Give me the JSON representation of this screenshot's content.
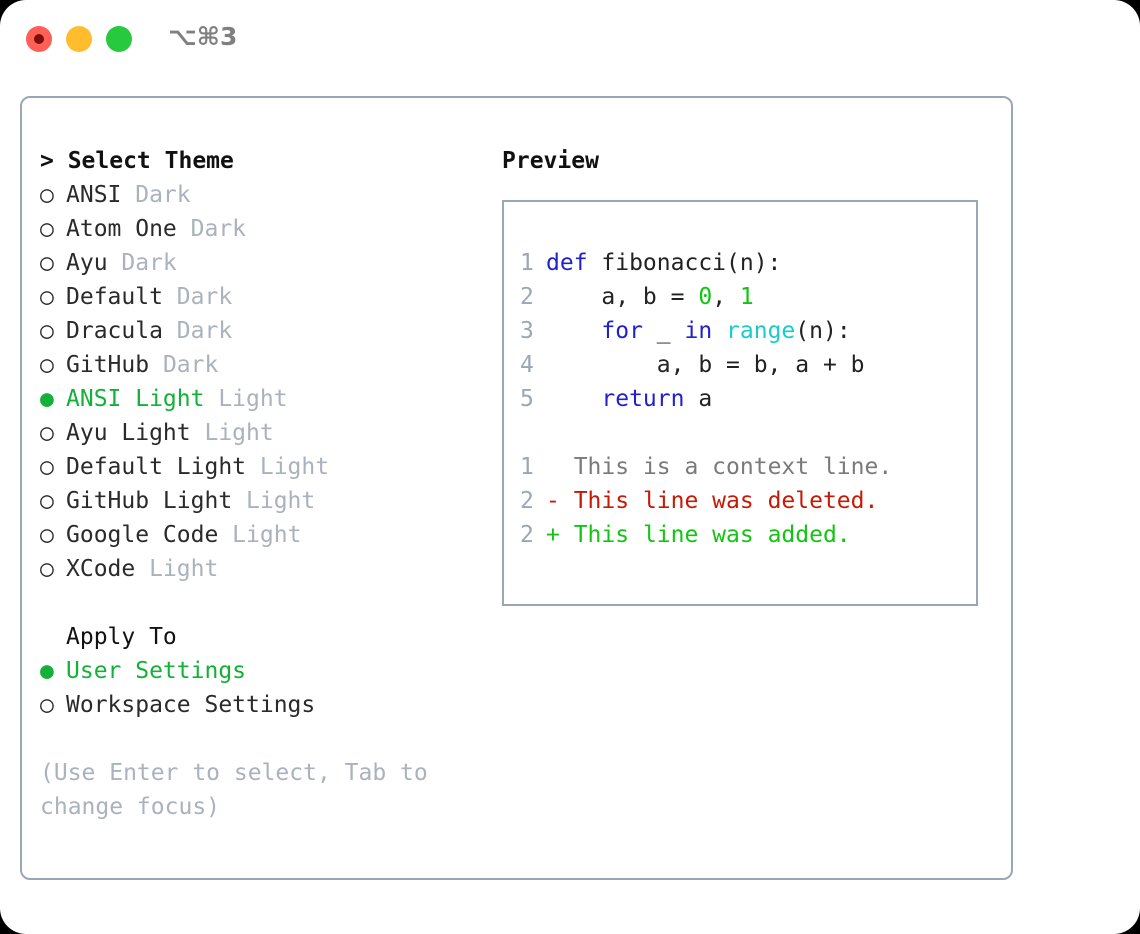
{
  "window": {
    "shortcut_label": "⌥⌘3",
    "traffic_lights": [
      {
        "name": "close",
        "color": "#ff5f56"
      },
      {
        "name": "minimize",
        "color": "#ffbd2e"
      },
      {
        "name": "maximize",
        "color": "#27c93f"
      }
    ]
  },
  "theme_picker": {
    "heading": "> Select Theme",
    "bullet_selected": "●",
    "bullet_unselected": "○",
    "items": [
      {
        "bullet": "○",
        "name": "ANSI",
        "variant": "Dark",
        "selected": false
      },
      {
        "bullet": "○",
        "name": "Atom One",
        "variant": "Dark",
        "selected": false
      },
      {
        "bullet": "○",
        "name": "Ayu",
        "variant": "Dark",
        "selected": false
      },
      {
        "bullet": "○",
        "name": "Default",
        "variant": "Dark",
        "selected": false
      },
      {
        "bullet": "○",
        "name": "Dracula",
        "variant": "Dark",
        "selected": false
      },
      {
        "bullet": "○",
        "name": "GitHub",
        "variant": "Dark",
        "selected": false
      },
      {
        "bullet": "●",
        "name": "ANSI Light",
        "variant": "Light",
        "selected": true
      },
      {
        "bullet": "○",
        "name": "Ayu Light",
        "variant": "Light",
        "selected": false
      },
      {
        "bullet": "○",
        "name": "Default Light",
        "variant": "Light",
        "selected": false
      },
      {
        "bullet": "○",
        "name": "GitHub Light",
        "variant": "Light",
        "selected": false
      },
      {
        "bullet": "○",
        "name": "Google Code",
        "variant": "Light",
        "selected": false
      },
      {
        "bullet": "○",
        "name": "XCode",
        "variant": "Light",
        "selected": false
      }
    ]
  },
  "apply_to": {
    "label": "Apply To",
    "options": [
      {
        "bullet": "●",
        "name": "User Settings",
        "selected": true
      },
      {
        "bullet": "○",
        "name": "Workspace Settings",
        "selected": false
      }
    ]
  },
  "hint": "(Use Enter to select, Tab to change focus)",
  "preview": {
    "title": "Preview",
    "code_lines": [
      {
        "no": "1",
        "tokens": [
          {
            "t": "def",
            "c": "kw"
          },
          {
            "t": " fibonacci(n):",
            "c": "plain"
          }
        ]
      },
      {
        "no": "2",
        "tokens": [
          {
            "t": "    a, b = ",
            "c": "plain"
          },
          {
            "t": "0",
            "c": "num"
          },
          {
            "t": ", ",
            "c": "plain"
          },
          {
            "t": "1",
            "c": "num"
          }
        ]
      },
      {
        "no": "3",
        "tokens": [
          {
            "t": "    ",
            "c": "plain"
          },
          {
            "t": "for",
            "c": "kw"
          },
          {
            "t": " _ ",
            "c": "plain"
          },
          {
            "t": "in",
            "c": "kw"
          },
          {
            "t": " ",
            "c": "plain"
          },
          {
            "t": "range",
            "c": "fn"
          },
          {
            "t": "(n):",
            "c": "plain"
          }
        ]
      },
      {
        "no": "4",
        "tokens": [
          {
            "t": "        a, b = b, a + b",
            "c": "plain"
          }
        ]
      },
      {
        "no": "5",
        "tokens": [
          {
            "t": "    ",
            "c": "plain"
          },
          {
            "t": "return",
            "c": "kw"
          },
          {
            "t": " a",
            "c": "plain"
          }
        ]
      }
    ],
    "diff_lines": [
      {
        "no": "1",
        "marker": "  ",
        "text": "This is a context line.",
        "kind": "diff-ctx"
      },
      {
        "no": "2",
        "marker": "- ",
        "text": "This line was deleted.",
        "kind": "diff-del"
      },
      {
        "no": "2",
        "marker": "+ ",
        "text": "This line was added.",
        "kind": "diff-add"
      }
    ]
  },
  "colors": {
    "accent_green": "#13b13a",
    "keyword_blue": "#1f22cc",
    "function_cyan": "#19cccc",
    "number_green": "#14c414",
    "diff_add": "#14c414",
    "diff_del": "#c41a06",
    "diff_ctx": "#7a7a7a",
    "muted": "#aab2bd",
    "border": "#9aa7b5"
  }
}
